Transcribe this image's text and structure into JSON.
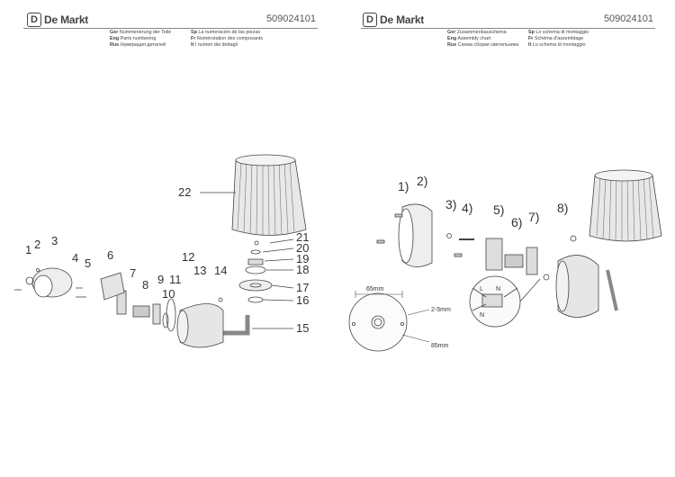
{
  "left": {
    "brand": "De Markt",
    "code": "509024101",
    "header": [
      {
        "lang": "Ger",
        "text": "Nummerierung der Teile"
      },
      {
        "lang": "Sp",
        "text": "La numeración de las piezas"
      },
      {
        "lang": "Eng",
        "text": "Parts numbering"
      },
      {
        "lang": "Fr",
        "text": "Numérotation des composants"
      },
      {
        "lang": "Rus",
        "text": "Нумерация деталей"
      },
      {
        "lang": "It",
        "text": "I numeri dei dettagli"
      }
    ],
    "parts": [
      "1",
      "2",
      "3",
      "4",
      "5",
      "6",
      "7",
      "8",
      "9",
      "10",
      "11",
      "12",
      "13",
      "14",
      "15",
      "16",
      "17",
      "18",
      "19",
      "20",
      "21",
      "22"
    ]
  },
  "right": {
    "brand": "De Markt",
    "code": "509024101",
    "header": [
      {
        "lang": "Ger",
        "text": "Zusammenbauschema"
      },
      {
        "lang": "Sp",
        "text": "Lo schema di montaggio"
      },
      {
        "lang": "Eng",
        "text": "Assembly chart"
      },
      {
        "lang": "Fr",
        "text": "Schéma d'assemblage"
      },
      {
        "lang": "Rus",
        "text": "Схема сборки светильника"
      },
      {
        "lang": "It",
        "text": "Lo schema di montaggio"
      }
    ],
    "steps": [
      "1)",
      "2)",
      "3)",
      "4)",
      "5)",
      "6)",
      "7)",
      "8)"
    ],
    "dimensions": {
      "width": "65mm",
      "gap": "2-5mm",
      "diag": "85mm"
    },
    "terminals": {
      "l": "L",
      "n": "N",
      "n2": "N"
    }
  }
}
